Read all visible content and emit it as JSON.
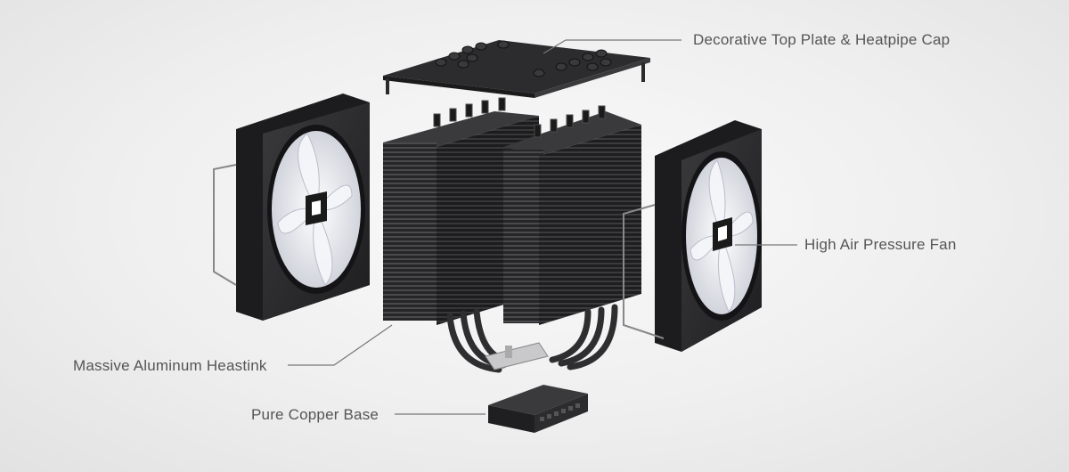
{
  "labels": {
    "top_plate": "Decorative Top Plate & Heatpipe Cap",
    "fan": "High Air Pressure Fan",
    "heatsink": "Massive Aluminum Heastink",
    "base": "Pure Copper Base"
  },
  "colors": {
    "background": "#efefef",
    "metal_dark": "#2a2a2c",
    "fan_frame": "#2f2f31",
    "fan_blade": "#e8eaf0",
    "leader_line": "#777777",
    "label_text": "#555555"
  },
  "components": {
    "left_fan_icon": "fan-icon",
    "right_fan_icon": "fan-icon",
    "heatsink_icon": "heatsink-fins-icon",
    "top_plate_icon": "top-plate-icon",
    "base_icon": "copper-base-icon"
  }
}
